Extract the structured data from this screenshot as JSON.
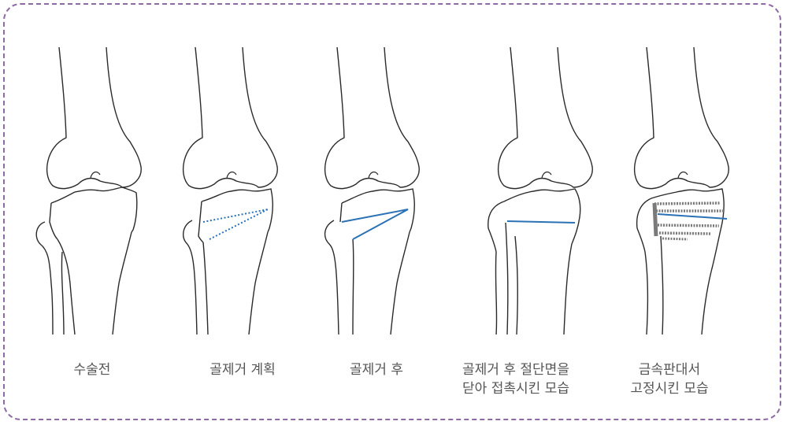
{
  "colors": {
    "border": "#8e6aa4",
    "bone_stroke": "#2a2a2a",
    "cut_line": "#2a72b5",
    "implant": "#7a7a7a",
    "caption": "#555555"
  },
  "panels": [
    {
      "lines": [
        "수술전"
      ]
    },
    {
      "lines": [
        "골제거 계획"
      ]
    },
    {
      "lines": [
        "골제거 후"
      ]
    },
    {
      "lines": [
        "골제거 후 절단면을",
        "닫아 접촉시킨 모습"
      ]
    },
    {
      "lines": [
        "금속판대서",
        "고정시킨 모습"
      ]
    }
  ]
}
